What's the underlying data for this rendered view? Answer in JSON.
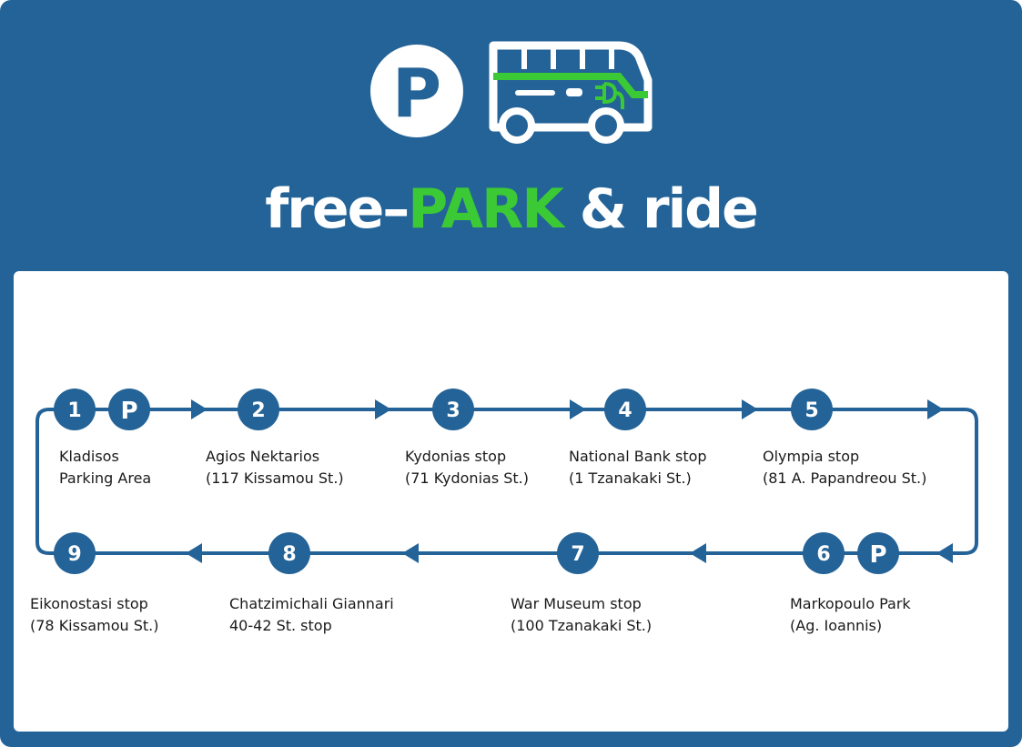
{
  "header": {
    "title_part1": "free–",
    "title_accent": "PARK",
    "title_part2": " & ride",
    "icons": [
      "parking-icon",
      "electric-bus-icon"
    ],
    "parking_letter": "P"
  },
  "colors": {
    "brand_blue": "#246397",
    "accent_green": "#3cc936",
    "panel": "#ffffff",
    "text": "#1a1a1a"
  },
  "route": {
    "stops": [
      {
        "number": "1",
        "line1": "Kladisos",
        "line2": "Parking Area",
        "parking": true
      },
      {
        "number": "2",
        "line1": "Agios Nektarios",
        "line2": "(117 Kissamou St.)",
        "parking": false
      },
      {
        "number": "3",
        "line1": "Kydonias stop",
        "line2": "(71 Kydonias St.)",
        "parking": false
      },
      {
        "number": "4",
        "line1": "National Bank stop",
        "line2": "(1 Tzanakaki St.)",
        "parking": false
      },
      {
        "number": "5",
        "line1": "Olympia stop",
        "line2": "(81 A. Papandreou St.)",
        "parking": false
      },
      {
        "number": "6",
        "line1": "Markopoulo Park",
        "line2": "(Ag. Ioannis)",
        "parking": true
      },
      {
        "number": "7",
        "line1": "War Museum stop",
        "line2": "(100 Tzanakaki St.)",
        "parking": false
      },
      {
        "number": "8",
        "line1": "Chatzimichali Giannari",
        "line2": "40-42 St. stop",
        "parking": false
      },
      {
        "number": "9",
        "line1": "Eikonostasi stop",
        "line2": "(78 Kissamou St.)",
        "parking": false
      }
    ]
  }
}
